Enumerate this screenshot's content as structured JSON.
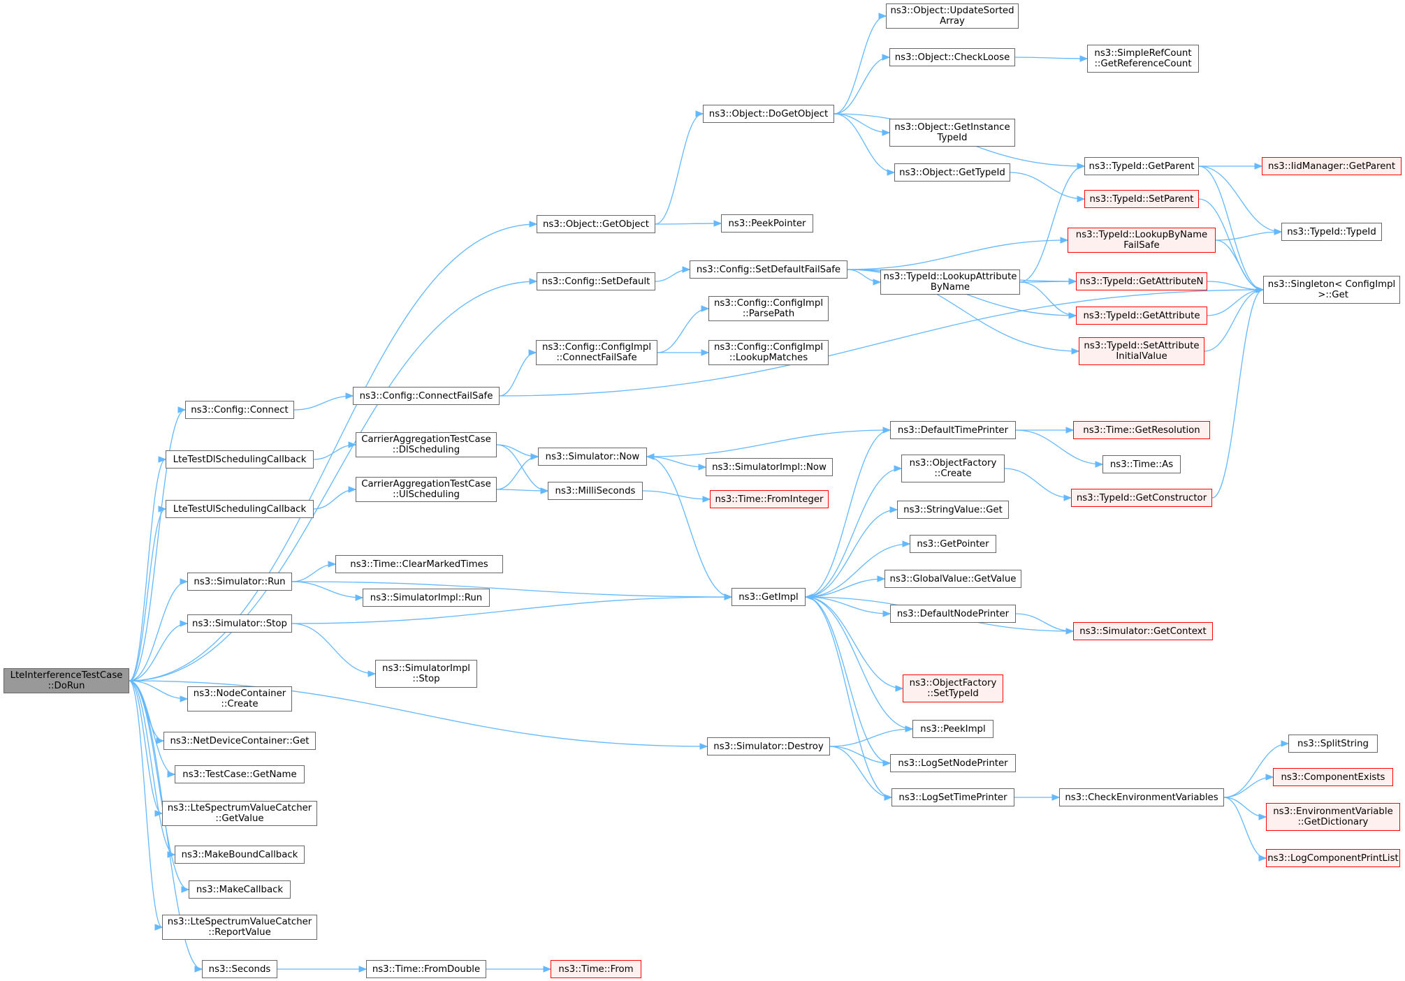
{
  "diagram": {
    "title": "",
    "colors": {
      "edge": "#63b8ff",
      "node_border": "#666666",
      "root_fill": "#999999",
      "truncated_border": "#ff0000",
      "truncated_fill": "#fff0f0"
    },
    "nodes": [
      {
        "id": "root",
        "lines": [
          "LteInterferenceTestCase",
          "::DoRun"
        ],
        "style": "root"
      },
      {
        "id": "n_getobject",
        "lines": [
          "ns3::Object::GetObject"
        ]
      },
      {
        "id": "n_setdefault",
        "lines": [
          "ns3::Config::SetDefault"
        ]
      },
      {
        "id": "n_connect",
        "lines": [
          "ns3::Config::Connect"
        ]
      },
      {
        "id": "n_dlcb",
        "lines": [
          "LteTestDlSchedulingCallback"
        ]
      },
      {
        "id": "n_ulcb",
        "lines": [
          "LteTestUlSchedulingCallback"
        ]
      },
      {
        "id": "n_simrun",
        "lines": [
          "ns3::Simulator::Run"
        ]
      },
      {
        "id": "n_simstop",
        "lines": [
          "ns3::Simulator::Stop"
        ]
      },
      {
        "id": "n_nodecreate",
        "lines": [
          "ns3::NodeContainer",
          "::Create"
        ]
      },
      {
        "id": "n_ndcget",
        "lines": [
          "ns3::NetDeviceContainer::Get"
        ]
      },
      {
        "id": "n_getname",
        "lines": [
          "ns3::TestCase::GetName"
        ]
      },
      {
        "id": "n_getvalue",
        "lines": [
          "ns3::LteSpectrumValueCatcher",
          "::GetValue"
        ]
      },
      {
        "id": "n_mbcb",
        "lines": [
          "ns3::MakeBoundCallback"
        ]
      },
      {
        "id": "n_mcb",
        "lines": [
          "ns3::MakeCallback"
        ]
      },
      {
        "id": "n_reportvalue",
        "lines": [
          "ns3::LteSpectrumValueCatcher",
          "::ReportValue"
        ]
      },
      {
        "id": "n_seconds",
        "lines": [
          "ns3::Seconds"
        ]
      },
      {
        "id": "n_dogetobject",
        "lines": [
          "ns3::Object::DoGetObject"
        ]
      },
      {
        "id": "n_peekpointer",
        "lines": [
          "ns3::PeekPointer"
        ]
      },
      {
        "id": "n_setdefaultfs",
        "lines": [
          "ns3::Config::SetDefaultFailSafe"
        ]
      },
      {
        "id": "n_connectfs",
        "lines": [
          "ns3::Config::ConnectFailSafe"
        ]
      },
      {
        "id": "n_cimplconnectfs",
        "lines": [
          "ns3::Config::ConfigImpl",
          "::ConnectFailSafe"
        ]
      },
      {
        "id": "n_parsepath",
        "lines": [
          "ns3::Config::ConfigImpl",
          "::ParsePath"
        ]
      },
      {
        "id": "n_lookupmatches",
        "lines": [
          "ns3::Config::ConfigImpl",
          "::LookupMatches"
        ]
      },
      {
        "id": "n_cadl",
        "lines": [
          "CarrierAggregationTestCase",
          "::DlScheduling"
        ]
      },
      {
        "id": "n_caul",
        "lines": [
          "CarrierAggregationTestCase",
          "::UlScheduling"
        ]
      },
      {
        "id": "n_simnow",
        "lines": [
          "ns3::Simulator::Now"
        ]
      },
      {
        "id": "n_millis",
        "lines": [
          "ns3::MilliSeconds"
        ]
      },
      {
        "id": "n_clearmarked",
        "lines": [
          "ns3::Time::ClearMarkedTimes"
        ]
      },
      {
        "id": "n_simimplrun",
        "lines": [
          "ns3::SimulatorImpl::Run"
        ]
      },
      {
        "id": "n_simimplstop",
        "lines": [
          "ns3::SimulatorImpl",
          "::Stop"
        ]
      },
      {
        "id": "n_simdestroy",
        "lines": [
          "ns3::Simulator::Destroy"
        ]
      },
      {
        "id": "n_fromdouble",
        "lines": [
          "ns3::Time::FromDouble"
        ]
      },
      {
        "id": "n_timefrom",
        "lines": [
          "ns3::Time::From"
        ],
        "style": "red"
      },
      {
        "id": "n_updatesorted",
        "lines": [
          "ns3::Object::UpdateSorted",
          "Array"
        ]
      },
      {
        "id": "n_checkloose",
        "lines": [
          "ns3::Object::CheckLoose"
        ]
      },
      {
        "id": "n_getinstance",
        "lines": [
          "ns3::Object::GetInstance",
          "TypeId"
        ]
      },
      {
        "id": "n_gettypeid",
        "lines": [
          "ns3::Object::GetTypeId"
        ]
      },
      {
        "id": "n_lookupattr",
        "lines": [
          "ns3::TypeId::LookupAttribute",
          "ByName"
        ]
      },
      {
        "id": "n_simimplnow",
        "lines": [
          "ns3::SimulatorImpl::Now"
        ]
      },
      {
        "id": "n_frominteger",
        "lines": [
          "ns3::Time::FromInteger"
        ],
        "style": "red"
      },
      {
        "id": "n_getimpl",
        "lines": [
          "ns3::GetImpl"
        ]
      },
      {
        "id": "n_getrefcount",
        "lines": [
          "ns3::SimpleRefCount",
          "::GetReferenceCount"
        ]
      },
      {
        "id": "n_getparent",
        "lines": [
          "ns3::TypeId::GetParent"
        ]
      },
      {
        "id": "n_setparent",
        "lines": [
          "ns3::TypeId::SetParent"
        ],
        "style": "red"
      },
      {
        "id": "n_lookupbyname",
        "lines": [
          "ns3::TypeId::LookupByName",
          "FailSafe"
        ],
        "style": "red"
      },
      {
        "id": "n_getattrn",
        "lines": [
          "ns3::TypeId::GetAttributeN"
        ],
        "style": "red"
      },
      {
        "id": "n_getattr",
        "lines": [
          "ns3::TypeId::GetAttribute"
        ],
        "style": "red"
      },
      {
        "id": "n_setattrinit",
        "lines": [
          "ns3::TypeId::SetAttribute",
          "InitialValue"
        ],
        "style": "red"
      },
      {
        "id": "n_deftimeprinter",
        "lines": [
          "ns3::DefaultTimePrinter"
        ]
      },
      {
        "id": "n_ofcreate",
        "lines": [
          "ns3::ObjectFactory",
          "::Create"
        ]
      },
      {
        "id": "n_stringvalueget",
        "lines": [
          "ns3::StringValue::Get"
        ]
      },
      {
        "id": "n_getpointer",
        "lines": [
          "ns3::GetPointer"
        ]
      },
      {
        "id": "n_globalvalue",
        "lines": [
          "ns3::GlobalValue::GetValue"
        ]
      },
      {
        "id": "n_defnodeprinter",
        "lines": [
          "ns3::DefaultNodePrinter"
        ]
      },
      {
        "id": "n_oftypeid",
        "lines": [
          "ns3::ObjectFactory",
          "::SetTypeId"
        ],
        "style": "red"
      },
      {
        "id": "n_peekimpl",
        "lines": [
          "ns3::PeekImpl"
        ]
      },
      {
        "id": "n_logsetnode",
        "lines": [
          "ns3::LogSetNodePrinter"
        ]
      },
      {
        "id": "n_logsettime",
        "lines": [
          "ns3::LogSetTimePrinter"
        ]
      },
      {
        "id": "n_checkenv",
        "lines": [
          "ns3::CheckEnvironmentVariables"
        ]
      },
      {
        "id": "n_getresolution",
        "lines": [
          "ns3::Time::GetResolution"
        ],
        "style": "red"
      },
      {
        "id": "n_timeas",
        "lines": [
          "ns3::Time::As"
        ]
      },
      {
        "id": "n_getconstructor",
        "lines": [
          "ns3::TypeId::GetConstructor"
        ],
        "style": "red"
      },
      {
        "id": "n_getcontext",
        "lines": [
          "ns3::Simulator::GetContext"
        ],
        "style": "red"
      },
      {
        "id": "n_iidgetparent",
        "lines": [
          "ns3::IidManager::GetParent"
        ],
        "style": "red"
      },
      {
        "id": "n_typeidctor",
        "lines": [
          "ns3::TypeId::TypeId"
        ]
      },
      {
        "id": "n_singleton",
        "lines": [
          "ns3::Singleton< ConfigImpl",
          " >::Get"
        ]
      },
      {
        "id": "n_splitstring",
        "lines": [
          "ns3::SplitString"
        ]
      },
      {
        "id": "n_compexists",
        "lines": [
          "ns3::ComponentExists"
        ],
        "style": "red"
      },
      {
        "id": "n_envdict",
        "lines": [
          "ns3::EnvironmentVariable",
          "::GetDictionary"
        ],
        "style": "red"
      },
      {
        "id": "n_logcomplist",
        "lines": [
          "ns3::LogComponentPrintList"
        ],
        "style": "red"
      }
    ],
    "edges": [
      [
        "root",
        "n_getobject"
      ],
      [
        "root",
        "n_setdefault"
      ],
      [
        "root",
        "n_connect"
      ],
      [
        "root",
        "n_dlcb"
      ],
      [
        "root",
        "n_ulcb"
      ],
      [
        "root",
        "n_simrun"
      ],
      [
        "root",
        "n_simstop"
      ],
      [
        "root",
        "n_nodecreate"
      ],
      [
        "root",
        "n_ndcget"
      ],
      [
        "root",
        "n_getname"
      ],
      [
        "root",
        "n_getvalue"
      ],
      [
        "root",
        "n_mbcb"
      ],
      [
        "root",
        "n_mcb"
      ],
      [
        "root",
        "n_reportvalue"
      ],
      [
        "root",
        "n_seconds"
      ],
      [
        "root",
        "n_simdestroy"
      ],
      [
        "n_getobject",
        "n_dogetobject"
      ],
      [
        "n_getobject",
        "n_peekpointer"
      ],
      [
        "n_dogetobject",
        "n_updatesorted"
      ],
      [
        "n_dogetobject",
        "n_checkloose"
      ],
      [
        "n_dogetobject",
        "n_getinstance"
      ],
      [
        "n_dogetobject",
        "n_gettypeid"
      ],
      [
        "n_dogetobject",
        "n_getparent"
      ],
      [
        "n_checkloose",
        "n_getrefcount"
      ],
      [
        "n_gettypeid",
        "n_setparent"
      ],
      [
        "n_getparent",
        "n_iidgetparent"
      ],
      [
        "n_getparent",
        "n_typeidctor"
      ],
      [
        "n_getparent",
        "n_singleton"
      ],
      [
        "n_setparent",
        "n_singleton"
      ],
      [
        "n_setdefault",
        "n_setdefaultfs"
      ],
      [
        "n_setdefaultfs",
        "n_lookupbyname"
      ],
      [
        "n_setdefaultfs",
        "n_lookupattr"
      ],
      [
        "n_setdefaultfs",
        "n_getattrn"
      ],
      [
        "n_setdefaultfs",
        "n_getattr"
      ],
      [
        "n_setdefaultfs",
        "n_setattrinit"
      ],
      [
        "n_lookupattr",
        "n_getparent"
      ],
      [
        "n_lookupattr",
        "n_getattrn"
      ],
      [
        "n_lookupattr",
        "n_getattr"
      ],
      [
        "n_lookupbyname",
        "n_typeidctor"
      ],
      [
        "n_lookupbyname",
        "n_singleton"
      ],
      [
        "n_getattrn",
        "n_singleton"
      ],
      [
        "n_getattr",
        "n_singleton"
      ],
      [
        "n_setattrinit",
        "n_singleton"
      ],
      [
        "n_connect",
        "n_connectfs"
      ],
      [
        "n_connectfs",
        "n_cimplconnectfs"
      ],
      [
        "n_connectfs",
        "n_singleton"
      ],
      [
        "n_cimplconnectfs",
        "n_parsepath"
      ],
      [
        "n_cimplconnectfs",
        "n_lookupmatches"
      ],
      [
        "n_dlcb",
        "n_cadl"
      ],
      [
        "n_ulcb",
        "n_caul"
      ],
      [
        "n_cadl",
        "n_simnow"
      ],
      [
        "n_cadl",
        "n_millis"
      ],
      [
        "n_caul",
        "n_simnow"
      ],
      [
        "n_caul",
        "n_millis"
      ],
      [
        "n_simnow",
        "n_simimplnow"
      ],
      [
        "n_simnow",
        "n_getimpl"
      ],
      [
        "n_millis",
        "n_frominteger"
      ],
      [
        "n_deftimeprinter",
        "n_simnow"
      ],
      [
        "n_deftimeprinter",
        "n_getresolution"
      ],
      [
        "n_deftimeprinter",
        "n_timeas"
      ],
      [
        "n_simrun",
        "n_clearmarked"
      ],
      [
        "n_simrun",
        "n_simimplrun"
      ],
      [
        "n_simrun",
        "n_getimpl"
      ],
      [
        "n_simstop",
        "n_simimplstop"
      ],
      [
        "n_simstop",
        "n_getimpl"
      ],
      [
        "n_simdestroy",
        "n_peekimpl"
      ],
      [
        "n_simdestroy",
        "n_logsetnode"
      ],
      [
        "n_simdestroy",
        "n_logsettime"
      ],
      [
        "n_getimpl",
        "n_deftimeprinter"
      ],
      [
        "n_getimpl",
        "n_ofcreate"
      ],
      [
        "n_getimpl",
        "n_stringvalueget"
      ],
      [
        "n_getimpl",
        "n_getpointer"
      ],
      [
        "n_getimpl",
        "n_globalvalue"
      ],
      [
        "n_getimpl",
        "n_defnodeprinter"
      ],
      [
        "n_getimpl",
        "n_oftypeid"
      ],
      [
        "n_getimpl",
        "n_peekimpl"
      ],
      [
        "n_getimpl",
        "n_logsetnode"
      ],
      [
        "n_getimpl",
        "n_logsettime"
      ],
      [
        "n_getcontext",
        "n_getimpl"
      ],
      [
        "n_defnodeprinter",
        "n_getcontext"
      ],
      [
        "n_ofcreate",
        "n_getconstructor"
      ],
      [
        "n_getconstructor",
        "n_singleton"
      ],
      [
        "n_seconds",
        "n_fromdouble"
      ],
      [
        "n_fromdouble",
        "n_timefrom"
      ],
      [
        "n_logsettime",
        "n_checkenv"
      ],
      [
        "n_checkenv",
        "n_splitstring"
      ],
      [
        "n_checkenv",
        "n_compexists"
      ],
      [
        "n_checkenv",
        "n_envdict"
      ],
      [
        "n_checkenv",
        "n_logcomplist"
      ]
    ]
  }
}
